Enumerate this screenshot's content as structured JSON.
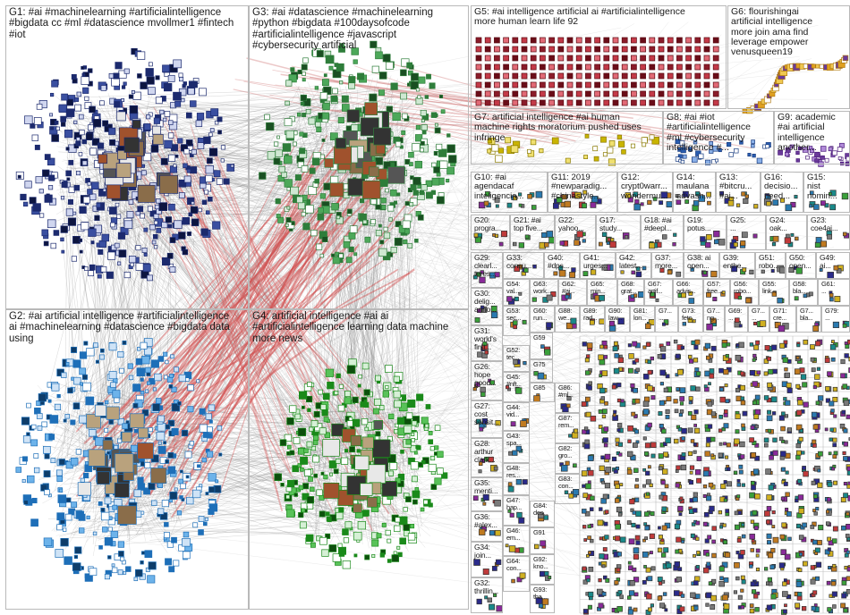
{
  "groups": [
    {
      "id": "G1",
      "label": "G1: #ai #machinelearning #artificialintelligence\n#bigdata cc #ml #datascience mvollmer1 #fintech\n#iot",
      "node_color": "#1c2a6e"
    },
    {
      "id": "G3",
      "label": "G3: #ai #datascience #machinelearning\n#python #bigdata #100daysofcode\n#artificialintelligence #javascript\n#cybersecurity artificial",
      "node_color": "#2e7d3a"
    },
    {
      "id": "G5",
      "label": "G5: #ai intelligence artificial ai #artificialintelligence\nmore human learn life 92",
      "node_color": "#8b1c2a"
    },
    {
      "id": "G6",
      "label": "G6: flourishingai\nartificial intelligence\nmore join ama find\nleverage empower\nvenusqueen19",
      "node_color": "#e0a020"
    },
    {
      "id": "G7",
      "label": "G7: artificial intelligence #ai human\nmachine rights moratorium pushed uses\ninfringe",
      "node_color": "#c9b400"
    },
    {
      "id": "G8",
      "label": "G8: #ai #iot\n#artificialintelligence\n#ml #cybersecurity\nintelligence #...",
      "node_color": "#2a5db0"
    },
    {
      "id": "G9",
      "label": "G9: academic\n#ai artificial\nintelligence\nanother...",
      "node_color": "#6a3a9a"
    },
    {
      "id": "G2",
      "label": "G2: #ai artificial intelligence #artificialintelligence\nai #machinelearning #datascience #bigdata data\nusing",
      "node_color": "#1e6fb8"
    },
    {
      "id": "G4",
      "label": "G4: artificial intelligence #ai ai\n#artificialintelligence learning data machine\nmore news",
      "node_color": "#1a8a1a"
    },
    {
      "id": "G10",
      "label": "G10: #ai\nagendacaf\ninteligencia..."
    },
    {
      "id": "G11",
      "label": "G11: 2019\n#newparadig...\n#chinastyle..."
    },
    {
      "id": "G12",
      "label": "G12:\ncrypt0warr...\nwondermu..."
    },
    {
      "id": "G14",
      "label": "G14:\nmaulana\nadvash..."
    },
    {
      "id": "G13",
      "label": "G13:\n#bitcru...\n#ai..."
    },
    {
      "id": "G16",
      "label": "G16:\ndecisio...\nneed..."
    },
    {
      "id": "G15",
      "label": "G15:\nnist\nnomin..."
    },
    {
      "id": "G20",
      "label": "G20:\nprogra..."
    },
    {
      "id": "G21",
      "label": "G21: #ai\ntop five..."
    },
    {
      "id": "G22",
      "label": "G22:\nyahoo..."
    },
    {
      "id": "G17",
      "label": "G17:\nstudy..."
    },
    {
      "id": "G18",
      "label": "G18: #ai\n#deepl..."
    },
    {
      "id": "G19",
      "label": "G19:\npotus..."
    },
    {
      "id": "G25",
      "label": "G25:\n..."
    },
    {
      "id": "G24",
      "label": "G24:\noak..."
    },
    {
      "id": "G23",
      "label": "G23:\ncoe4ai..."
    },
    {
      "id": "G29",
      "label": "G29:\nclearl...\nteres..."
    },
    {
      "id": "G33",
      "label": "G33:\nconsu..."
    },
    {
      "id": "G40",
      "label": "G40:\n#dps..."
    },
    {
      "id": "G41",
      "label": "G41:\nurges..."
    },
    {
      "id": "G42",
      "label": "G42:\nlatest..."
    },
    {
      "id": "G37",
      "label": "G37:\nmore..."
    },
    {
      "id": "G38",
      "label": "G38: ai\nopen..."
    },
    {
      "id": "G39",
      "label": "G39:\nenthe..."
    },
    {
      "id": "G51",
      "label": "G51:\nrobo..."
    },
    {
      "id": "G50",
      "label": "G50:\nopen..."
    },
    {
      "id": "G49",
      "label": "G49:\nai..."
    },
    {
      "id": "G30",
      "label": "G30:\ndelig...\nanno..."
    },
    {
      "id": "G31",
      "label": "G31:\nworld's\nfirst..."
    },
    {
      "id": "G26",
      "label": "G26:\nhope\ngood..."
    },
    {
      "id": "G27",
      "label": "G27:\ncost\nsensit..."
    },
    {
      "id": "G28",
      "label": "G28:\narthur\nclark..."
    },
    {
      "id": "G35",
      "label": "G35:\nmenti..."
    },
    {
      "id": "G36",
      "label": "G36:\n#alex..."
    },
    {
      "id": "G34",
      "label": "G34:\njoin..."
    },
    {
      "id": "G32",
      "label": "G32:\nthrillin..."
    },
    {
      "id": "G54",
      "label": "G54:\nval..."
    },
    {
      "id": "G63",
      "label": "G63:\nwork..."
    },
    {
      "id": "G62",
      "label": "G62:\n#ai..."
    },
    {
      "id": "G65",
      "label": "G65:\nmin..."
    },
    {
      "id": "G68",
      "label": "G68:\ngrat..."
    },
    {
      "id": "G67",
      "label": "G67:\nartif..."
    },
    {
      "id": "G66",
      "label": "G66:\nadvis..."
    },
    {
      "id": "G57",
      "label": "G57:\nfree..."
    },
    {
      "id": "G56",
      "label": "G56:\nrobo..."
    },
    {
      "id": "G55",
      "label": "G55:\nlink..."
    },
    {
      "id": "G58",
      "label": "G58:\nbla..."
    },
    {
      "id": "G61",
      "label": "G61:\n..."
    },
    {
      "id": "G53",
      "label": "G53:\nsec..."
    },
    {
      "id": "G60",
      "label": "G60:\nrun..."
    },
    {
      "id": "G88",
      "label": "G88:\nwe..."
    },
    {
      "id": "G89",
      "label": "G89:\nrad..."
    },
    {
      "id": "G90",
      "label": "G90:\nlaw..."
    },
    {
      "id": "G81",
      "label": "G81:\nlon..."
    },
    {
      "id": "G7x",
      "label": "G7...\n..."
    },
    {
      "id": "G73",
      "label": "G73:\nfetc..."
    },
    {
      "id": "G7y",
      "label": "G7...\nng..."
    },
    {
      "id": "G69",
      "label": "G69:\n..."
    },
    {
      "id": "G7z",
      "label": "G7...\n..."
    },
    {
      "id": "G71",
      "label": "G71:\ncre..."
    },
    {
      "id": "G7w",
      "label": "G7...\nbla..."
    },
    {
      "id": "G79",
      "label": "G79:\n..."
    },
    {
      "id": "G52",
      "label": "G52:\ntec..."
    },
    {
      "id": "G45",
      "label": "G45:\n#nft..."
    },
    {
      "id": "G44",
      "label": "G44:\nvid..."
    },
    {
      "id": "G43",
      "label": "G43:\nspa..."
    },
    {
      "id": "G48",
      "label": "G48:\nres..."
    },
    {
      "id": "G47",
      "label": "G47:\nhap..."
    },
    {
      "id": "G46",
      "label": "G46:\nem..."
    },
    {
      "id": "G64",
      "label": "G64:\ncon..."
    },
    {
      "id": "G59",
      "label": "G59"
    },
    {
      "id": "G75",
      "label": "G75"
    },
    {
      "id": "G85",
      "label": "G85"
    },
    {
      "id": "G86",
      "label": "G86:\n#ml..."
    },
    {
      "id": "G87",
      "label": "G87:\nrem..."
    },
    {
      "id": "G82",
      "label": "G82:\ngro..."
    },
    {
      "id": "G83",
      "label": "G83:\ncon..."
    },
    {
      "id": "G84",
      "label": "G84:\ndes..."
    },
    {
      "id": "G91",
      "label": "G91"
    },
    {
      "id": "G92",
      "label": "G92:\nkno..."
    },
    {
      "id": "G93",
      "label": "G93:\ntha..."
    }
  ]
}
